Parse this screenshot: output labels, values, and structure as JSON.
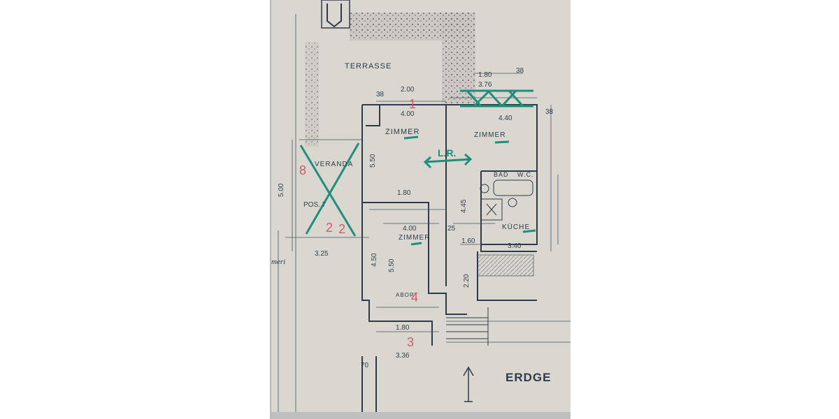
{
  "plan": {
    "rooms": {
      "terrace": "TERRASSE",
      "room_top_left": "ZIMMER",
      "room_top_right": "ZIMMER",
      "veranda": "VERANDA",
      "room_middle": "ZIMMER",
      "bath": "BAD",
      "wc": "W.C.",
      "kitchen": "KÜCHE",
      "abort": "ABORT",
      "floor_title": "ERDGE"
    },
    "dimensions": {
      "d_180_top": "1.80",
      "d_376": "3.76",
      "d_200": "2.00",
      "d_400_top": "4.00",
      "d_440": "4.40",
      "d_550_left": "5.50",
      "d_180_mid": "1.80",
      "d_445": "4.45",
      "d_400_mid": "4.00",
      "d_160": "1.60",
      "d_340": "3.40",
      "d_325": "3.25",
      "d_500": "5.00",
      "d_450": "4.50",
      "d_550_lower": "5.50",
      "d_220": "2.20",
      "d_180_bottom": "1.80",
      "d_336": "3.36",
      "d_70": "70",
      "d_38_a": "38",
      "d_38_b": "38",
      "d_38_c": "38",
      "d_25": "25",
      "pos": "POS. 7"
    },
    "annotations": {
      "red_1": "1",
      "red_2a": "2",
      "red_2b": "2",
      "red_3": "3",
      "red_4": "4",
      "red_8": "8",
      "green_arrow_label": "L.R.",
      "margin_text": "meri"
    },
    "colors": {
      "paper": "#d9d7cf",
      "ink": "#2f3b4a",
      "green_marker": "#1f8f7a",
      "red_marker": "#d8566d"
    }
  }
}
